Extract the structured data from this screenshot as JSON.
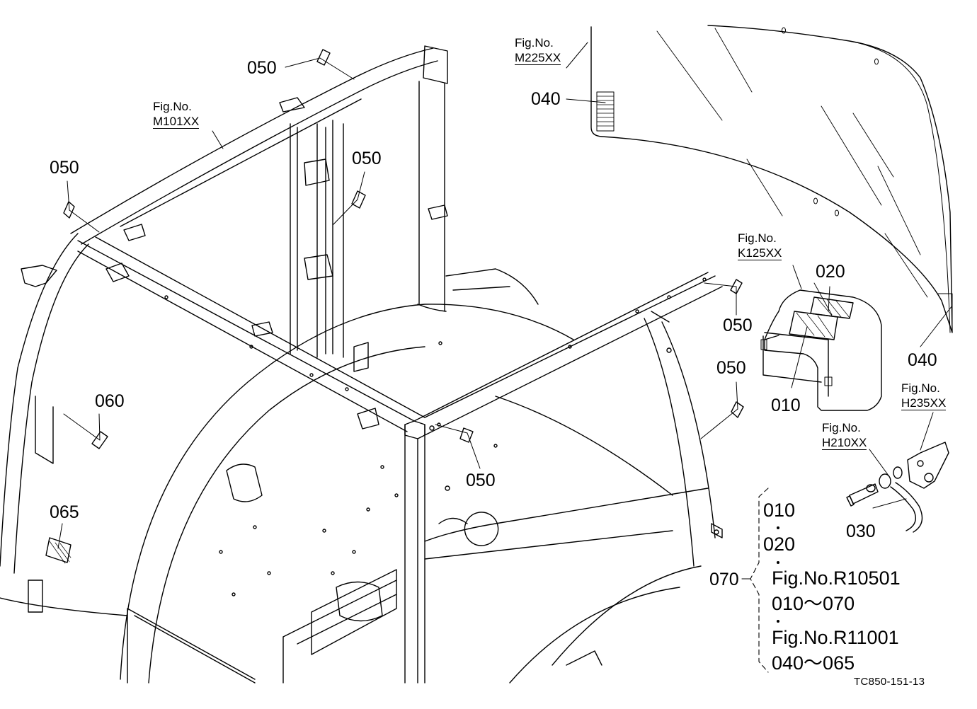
{
  "part_numbers": {
    "p050_top": "050",
    "p050_upper_center": "050",
    "p050_left": "050",
    "p050_right_top": "050",
    "p050_right_mid": "050",
    "p050_bottom": "050",
    "p040_top": "040",
    "p040_right": "040",
    "p020": "020",
    "p010": "010",
    "p060": "060",
    "p065": "065",
    "p030": "030",
    "p070": "070"
  },
  "figure_refs": {
    "m101": {
      "label": "Fig.No.",
      "code": "M101XX"
    },
    "m225": {
      "label": "Fig.No.",
      "code": "M225XX"
    },
    "k125": {
      "label": "Fig.No.",
      "code": "K125XX"
    },
    "h235": {
      "label": "Fig.No.",
      "code": "H235XX"
    },
    "h210": {
      "label": "Fig.No.",
      "code": "H210XX"
    }
  },
  "legend": {
    "item1": "010",
    "item2": "020",
    "ref1": "Fig.No.R10501",
    "range1": "010～070",
    "ref2": "Fig.No.R11001",
    "range2": "040～065"
  },
  "drawing_code": "TC850-151-13"
}
